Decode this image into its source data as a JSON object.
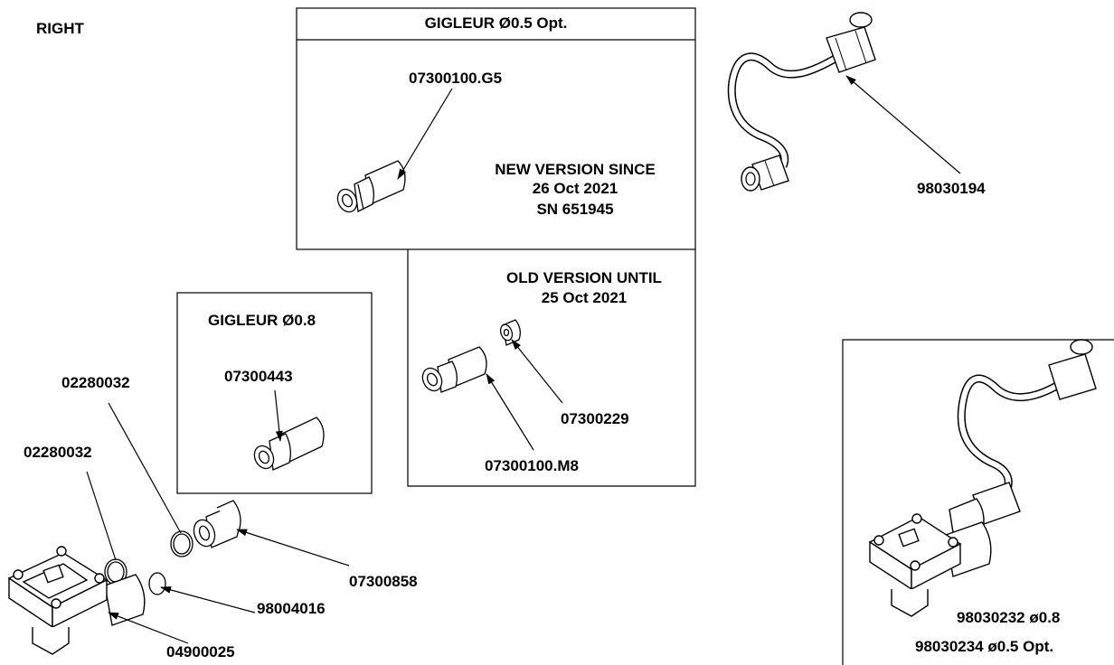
{
  "side_label": "RIGHT",
  "box_new": {
    "title": "GIGLEUR Ø0.5 Opt.",
    "part": "07300100.G5",
    "note_line1": "NEW VERSION SINCE",
    "note_line2": "26 Oct 2021",
    "note_line3": "SN 651945"
  },
  "box_old": {
    "note_line1": "OLD VERSION UNTIL",
    "note_line2": "25 Oct 2021",
    "part_nozzle": "07300229",
    "part_body": "07300100.M8"
  },
  "box_08": {
    "title": "GIGLEUR Ø0.8",
    "part": "07300443"
  },
  "parts": {
    "pipe": "98030194",
    "oring_a": "02280032",
    "oring_b": "02280032",
    "fitting": "07300858",
    "disc": "98004016",
    "flowmeter": "04900025"
  },
  "assembly": {
    "line1": "98030232 ø0.8",
    "line2": "98030234 ø0.5 Opt."
  }
}
